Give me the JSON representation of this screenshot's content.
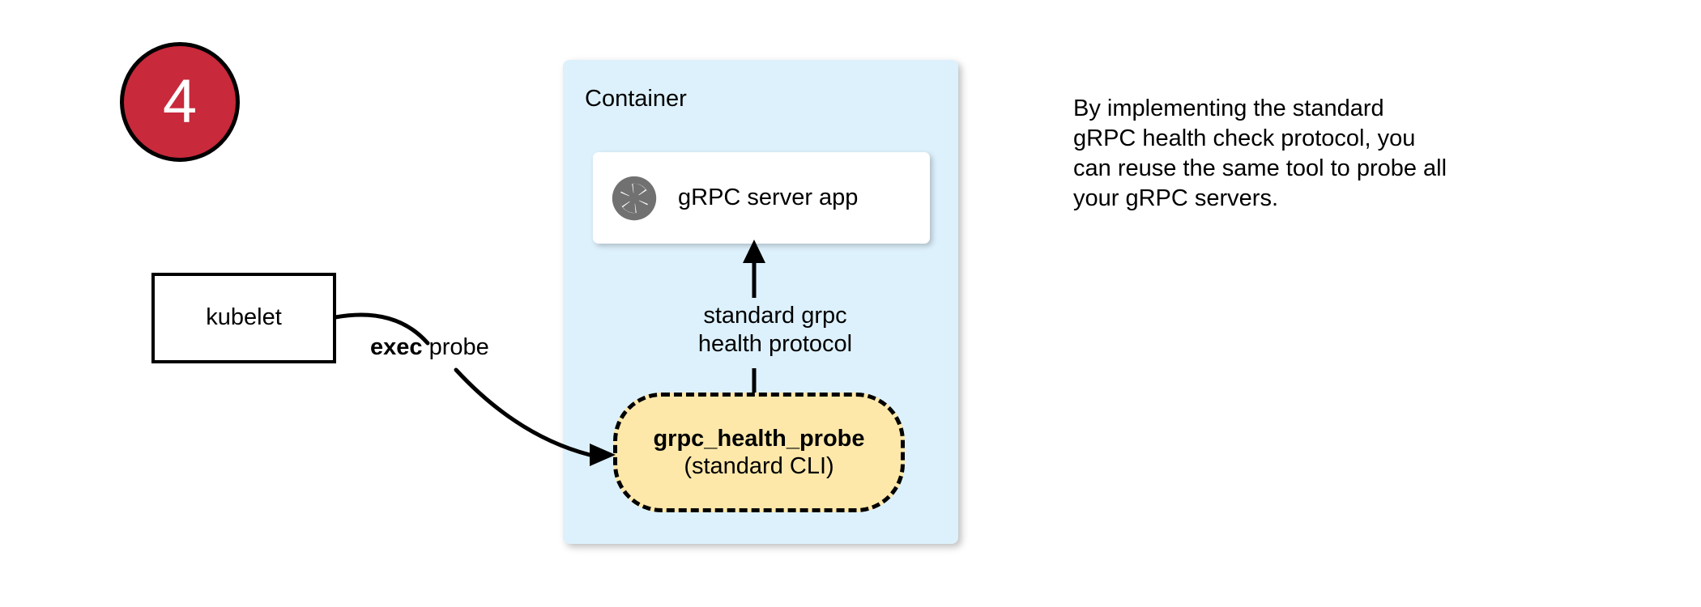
{
  "step": {
    "number": "4"
  },
  "container": {
    "label": "Container"
  },
  "server_card": {
    "icon": "grpc-aperture-icon",
    "label": "gRPC server app"
  },
  "probe": {
    "title": "grpc_health_probe",
    "subtitle": "(standard CLI)"
  },
  "kubelet": {
    "label": "kubelet"
  },
  "edges": {
    "exec_probe_bold": "exec",
    "exec_probe_rest": " probe",
    "protocol_line1": "standard grpc",
    "protocol_line2": "health protocol"
  },
  "caption": {
    "line1": "By implementing the standard",
    "line2": "gRPC health check protocol, you",
    "line3": "can reuse the same tool to probe all",
    "line4": "your gRPC servers."
  },
  "colors": {
    "badge_red": "#c8293b",
    "container_blue": "#ddf1fc",
    "probe_yellow": "#fde8aa",
    "icon_gray": "#717171",
    "stroke_black": "#000000",
    "card_white": "#ffffff"
  }
}
